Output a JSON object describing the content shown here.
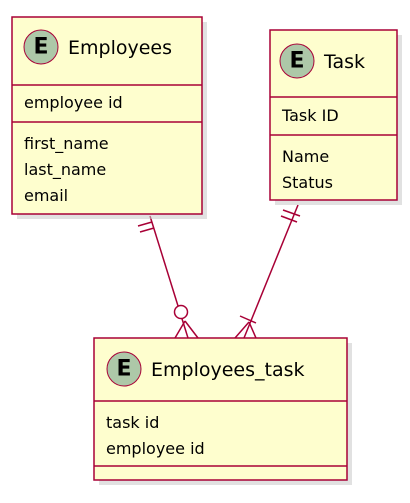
{
  "diagram": {
    "stereotype_letter": "E",
    "colors": {
      "entity_fill": "#fefece",
      "entity_border": "#a80036",
      "badge_fill": "#adc8a8",
      "relation_line": "#a80036"
    },
    "entities": {
      "employees": {
        "title": "Employees",
        "key": "employee id",
        "attributes": [
          "first_name",
          "last_name",
          "email"
        ]
      },
      "task": {
        "title": "Task",
        "key": "Task ID",
        "attributes": [
          "Name",
          "Status"
        ]
      },
      "employees_task": {
        "title": "Employees_task",
        "attributes": [
          "task id",
          "employee id"
        ]
      }
    },
    "relationships": [
      {
        "from": "Employees",
        "to": "Employees_task",
        "from_cardinality": "exactly-one",
        "to_cardinality": "zero-or-many"
      },
      {
        "from": "Task",
        "to": "Employees_task",
        "from_cardinality": "exactly-one",
        "to_cardinality": "one-or-many"
      }
    ]
  }
}
